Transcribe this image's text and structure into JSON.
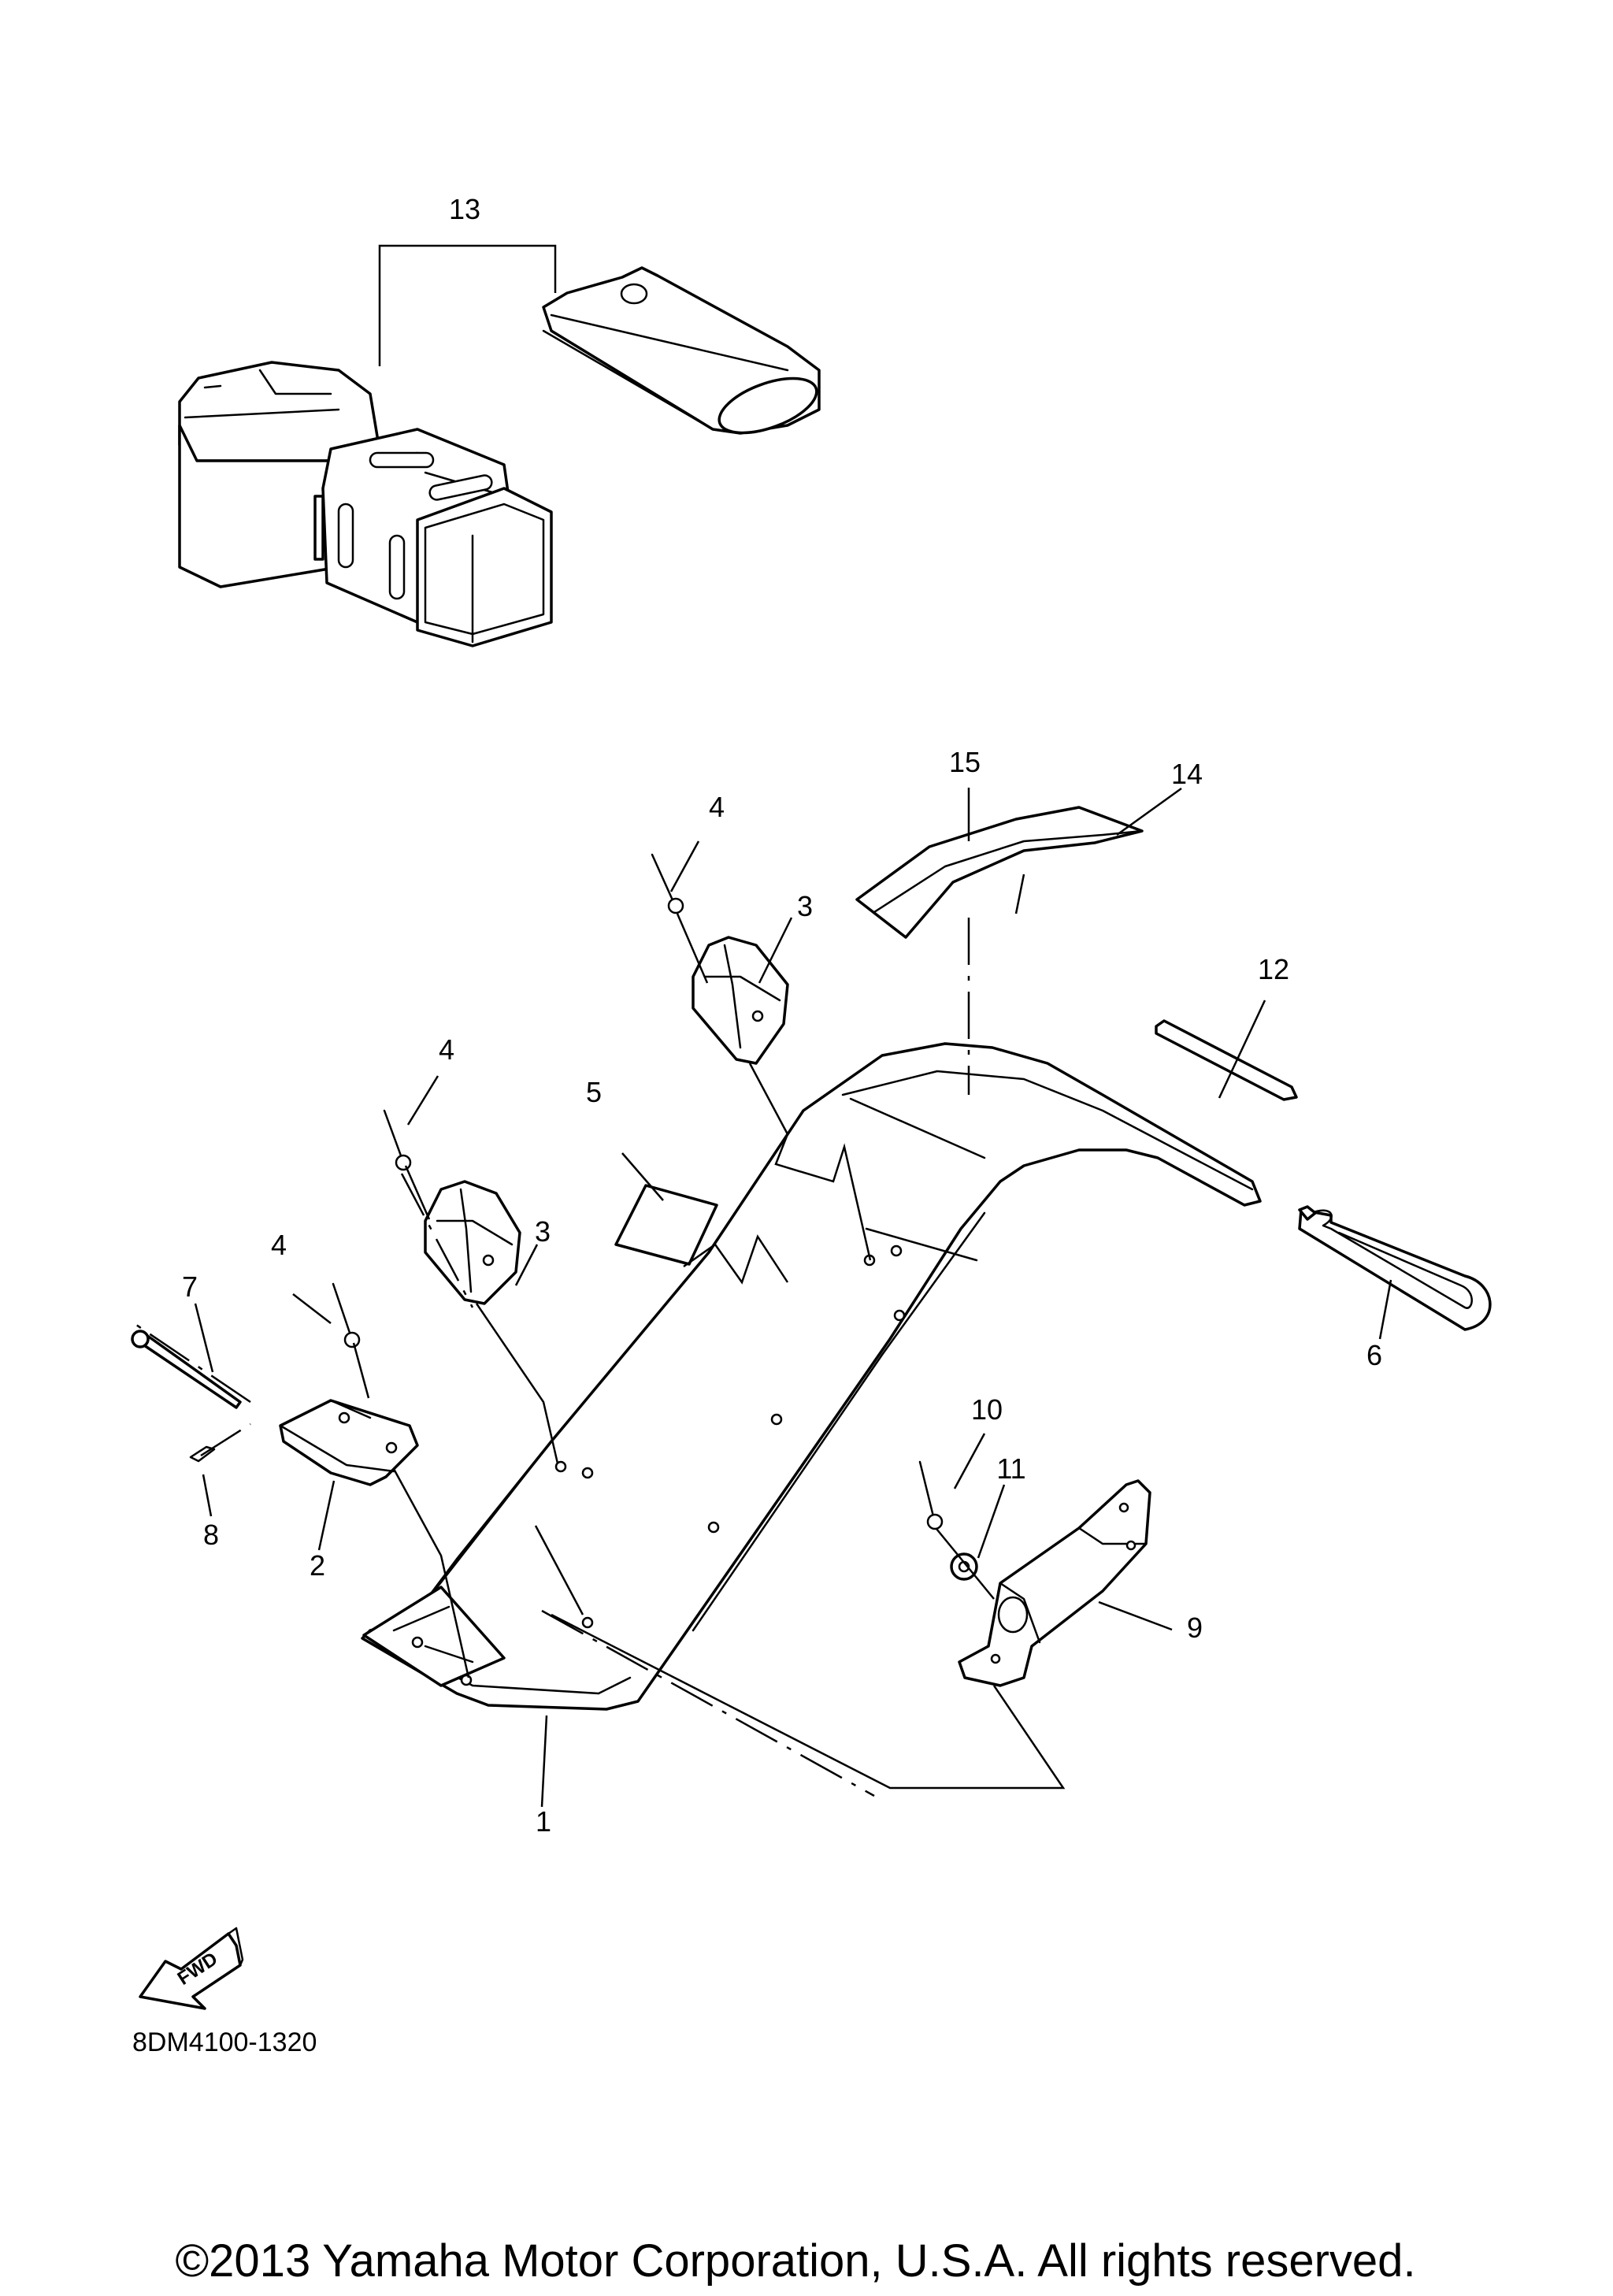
{
  "diagram": {
    "callouts": [
      "13",
      "15",
      "14",
      "4",
      "3",
      "12",
      "4",
      "5",
      "3",
      "4",
      "7",
      "6",
      "10",
      "11",
      "8",
      "2",
      "9",
      "1"
    ],
    "fwd_label": "FWD",
    "diagram_code": "8DM4100-1320",
    "copyright": "©2013 Yamaha Motor Corporation, U.S.A. All rights reserved."
  }
}
